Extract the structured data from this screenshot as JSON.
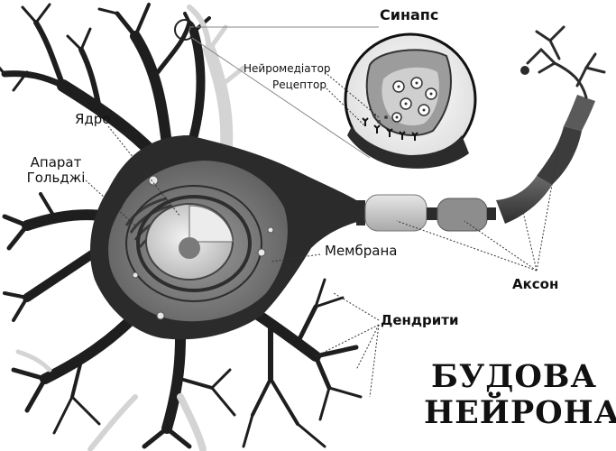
{
  "title": {
    "line1": "БУДОВА",
    "line2": "НЕЙРОНА"
  },
  "labels": {
    "synapse": "Синапс",
    "neurotransmitter": "Нейромедіатор",
    "receptor": "Рецептор",
    "nucleus": "Ядро",
    "golgi_line1": "Апарат",
    "golgi_line2": "Гольджі",
    "membrane": "Мембрана",
    "axon": "Аксон",
    "dendrites": "Дендрити"
  },
  "colors": {
    "body": "#2b2b2b",
    "cell_interior": "#7a7a7a",
    "nucleus": "#d9d9d9",
    "myelin_light": "#c8c8c8",
    "myelin_dark": "#4a4a4a",
    "dendrite": "#1e1e1e",
    "background": "#ffffff"
  }
}
